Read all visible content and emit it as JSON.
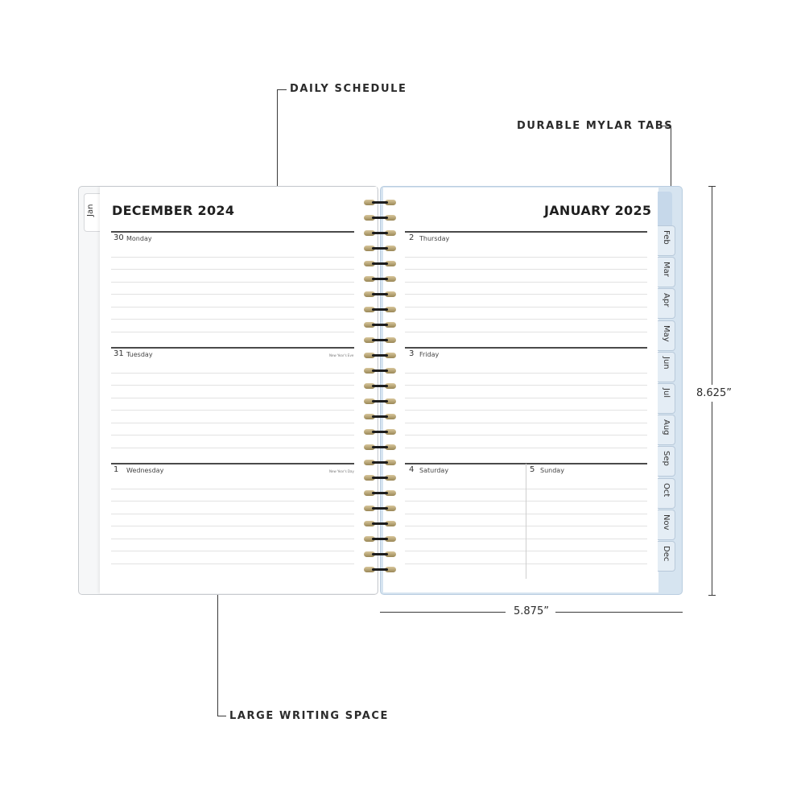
{
  "callouts": {
    "daily_schedule": "DAILY SCHEDULE",
    "durable_mylar_tabs": "DURABLE MYLAR TABS",
    "large_writing_space": "LARGE WRITING SPACE"
  },
  "dimensions": {
    "height": "8.625”",
    "width": "5.875”"
  },
  "left_page": {
    "month_title": "DECEMBER 2024",
    "side_tab": "Jan",
    "days": [
      {
        "num": "30",
        "name": "Monday",
        "holiday": ""
      },
      {
        "num": "31",
        "name": "Tuesday",
        "holiday": "New Year's Eve"
      },
      {
        "num": "1",
        "name": "Wednesday",
        "holiday": "New Year's Day"
      }
    ]
  },
  "right_page": {
    "month_title": "JANUARY 2025",
    "days": [
      {
        "num": "2",
        "name": "Thursday"
      },
      {
        "num": "3",
        "name": "Friday"
      },
      {
        "num": "4",
        "name": "Saturday"
      },
      {
        "num": "5",
        "name": "Sunday"
      }
    ],
    "tabs": [
      "Feb",
      "Mar",
      "Apr",
      "May",
      "Jun",
      "Jul",
      "Aug",
      "Sep",
      "Oct",
      "Nov",
      "Dec"
    ]
  },
  "colors": {
    "cover_blue": "#d6e4f0",
    "tab_blue": "#e4edf5",
    "spiral_gold": "#c8b37c",
    "text_dark": "#2b2b2b"
  }
}
